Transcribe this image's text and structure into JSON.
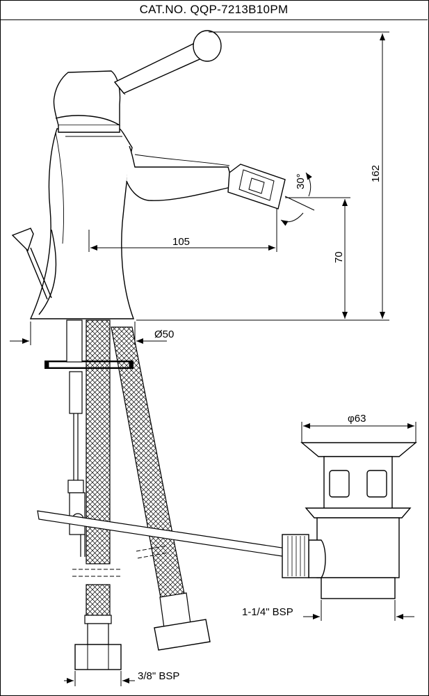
{
  "title": "CAT.NO. QQP-7213B10PM",
  "dimensions": {
    "height_total": "162",
    "angle": "30°",
    "reach": "105",
    "spout_height": "70",
    "base_diameter": "Ø50",
    "waste_diameter": "φ63",
    "waste_thread": "1-1/4\" BSP",
    "supply_thread": "3/8\" BSP"
  }
}
